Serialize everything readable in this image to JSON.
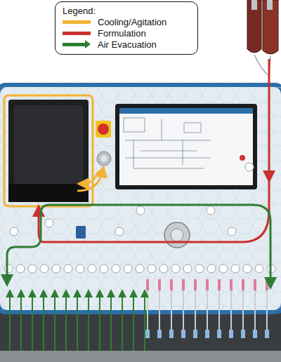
{
  "diagram": {
    "labels": [
      "Legend:"
    ],
    "legend": [
      {
        "text": "Cooling/Agitation",
        "color": "#f2b233"
      },
      {
        "text": "Formulation",
        "color": "#c9302c"
      },
      {
        "text": "Air Evacuation",
        "color": "#2e7d32"
      }
    ]
  }
}
